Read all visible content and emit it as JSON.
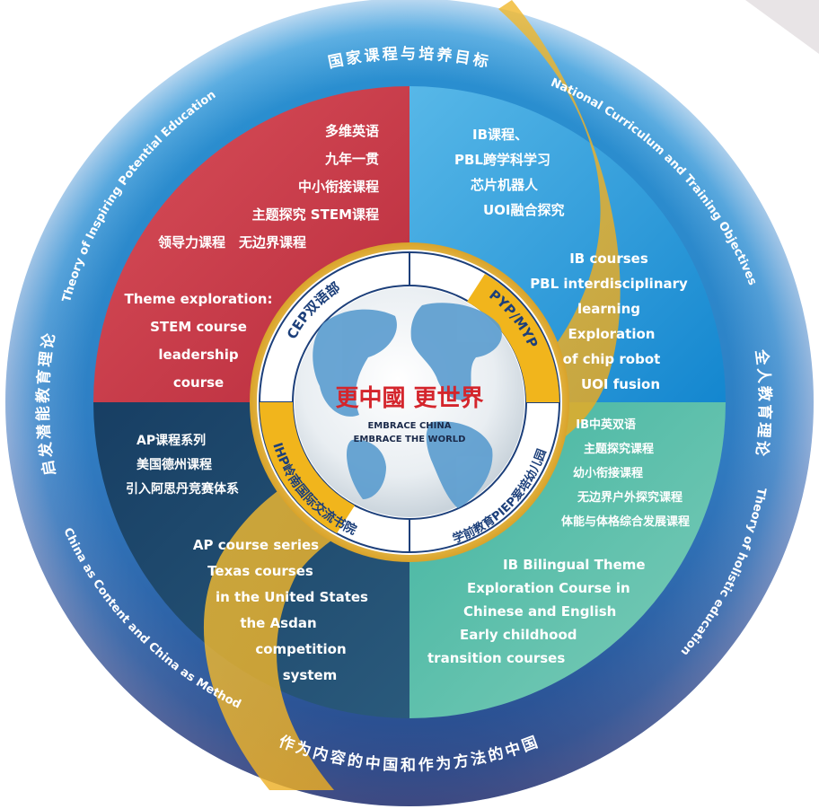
{
  "outer_ring": {
    "top_cn": "国家课程与培养目标",
    "top_right_en": "National Curriculum and Training Objectives",
    "right_cn": "全人教育理论",
    "bottom_right_en": "Theory of holistic education",
    "bottom_cn": "作为内容的中国和作为方法的中国",
    "bottom_left_en": "China as Content and China as Method",
    "left_cn": "启发潜能教育理论",
    "top_left_en": "Theory of Inspiring Potential Education"
  },
  "inner_ring": {
    "top_left": "CEP双语部",
    "top_right": "PYP/MYP",
    "bottom_left": "IHP岭南国际交流书院",
    "bottom_right": "学前教育PIEP爱培幼儿园"
  },
  "center": {
    "calligraphy": "更中國 更世界",
    "en_line1": "EMBRACE CHINA",
    "en_line2": "EMBRACE THE WORLD"
  },
  "quadrants": {
    "cep_cn": [
      "多维英语",
      "九年一贯",
      "中小衔接课程",
      "主题探究 STEM课程",
      "领导力课程　无边界课程"
    ],
    "cep_en": [
      "Theme exploration:",
      "STEM course",
      "leadership",
      "course"
    ],
    "pyp_cn": [
      "IB课程、",
      "PBL跨学科学习",
      "芯片机器人",
      "UOI融合探究"
    ],
    "pyp_en": [
      "IB courses",
      "PBL interdisciplinary",
      "learning",
      "Exploration",
      "of chip robot",
      "UOI fusion"
    ],
    "ihp_cn": [
      "AP课程系列",
      "美国德州课程",
      "引入阿思丹竞赛体系"
    ],
    "ihp_en": [
      "AP course series",
      "Texas courses",
      "in the United States",
      "the Asdan",
      "competition",
      "system"
    ],
    "piep_cn": [
      "IB中英双语",
      "主题探究课程",
      "幼小衔接课程",
      "无边界户外探究课程",
      "体能与体格综合发展课程"
    ],
    "piep_en": [
      "IB Bilingual Theme",
      "Exploration Course in",
      "Chinese and English",
      "Early childhood",
      "transition courses"
    ]
  },
  "colors": {
    "red": "#c73a48",
    "blue": "#1e9ad8",
    "navy": "#1b3f66",
    "teal": "#3fb3a0",
    "gold": "#f1b51c"
  }
}
